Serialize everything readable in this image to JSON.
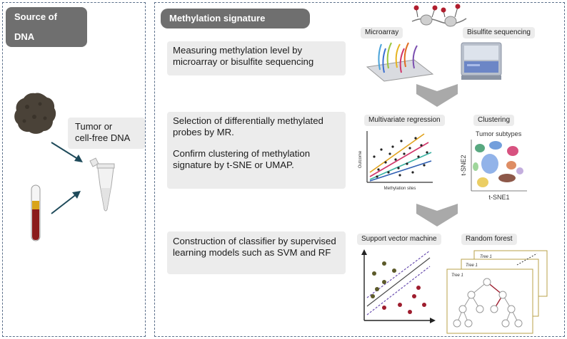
{
  "left_panel": {
    "title": "Source of DNA",
    "tumor_box": {
      "line1": "Tumor or",
      "line2": "cell-free DNA"
    }
  },
  "right_panel": {
    "title": "Methylation signature classifier",
    "step1": {
      "text": "Measuring methylation level by microarray or bisulfite sequencing",
      "microarray_label": "Microarray",
      "bisulfite_label": "Bisulfite sequencing"
    },
    "step2": {
      "text1": "Selection of differentially methylated probes by MR.",
      "text2": "Confirm clustering of methylation signature by t-SNE or UMAP.",
      "mr_label": "Multivariate regression",
      "clustering_label": "Clustering",
      "mr_plot": {
        "ylabel": "Outcome",
        "xlabel": "Methylation sites"
      },
      "cluster_plot": {
        "title": "Tumor subtypes",
        "ylabel": "t-SNE2",
        "xlabel": "t-SNE1"
      }
    },
    "step3": {
      "text": "Construction of classifier by supervised learning models such as SVM and RF",
      "svm_label": "Support vector machine",
      "rf_label": "Random forest",
      "tree_back": "Tree 1",
      "tree_mid": "Tree 1",
      "tree_front": "Tree 1"
    }
  },
  "colors": {
    "header_bg": "#6f6f6f",
    "box_bg": "#ececec",
    "dash_border": "#5b6f8a",
    "arrow": "#1e4a5a",
    "chevron": "#a9a9a9",
    "blood_red": "#8b1c1c",
    "plasma_yellow": "#d9a41a"
  }
}
